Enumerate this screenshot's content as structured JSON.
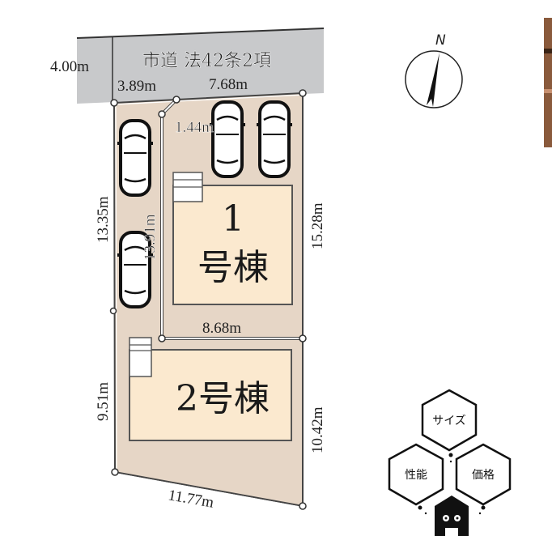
{
  "road": {
    "label": "市道 法42条2項",
    "width": "4.00m"
  },
  "dimensions": {
    "top_left": "3.89m",
    "top_right": "7.68m",
    "flag_corner": "1.44m",
    "left_upper": "13.35m",
    "flagpole": "13.91m",
    "right_upper": "15.28m",
    "middle": "8.68m",
    "left_lower": "9.51m",
    "right_lower": "10.42m",
    "bottom": "11.77m"
  },
  "buildings": [
    {
      "number": "1",
      "label": "号棟"
    },
    {
      "number": "2",
      "label": "号棟"
    }
  ],
  "compass": {
    "label": "N"
  },
  "logo": {
    "top": "サイズ",
    "left": "性能",
    "right": "価格"
  },
  "colors": {
    "road": "#c8c9cb",
    "lot": "#e6d6c6",
    "building": "#fbe9cf",
    "line": "#333333"
  }
}
